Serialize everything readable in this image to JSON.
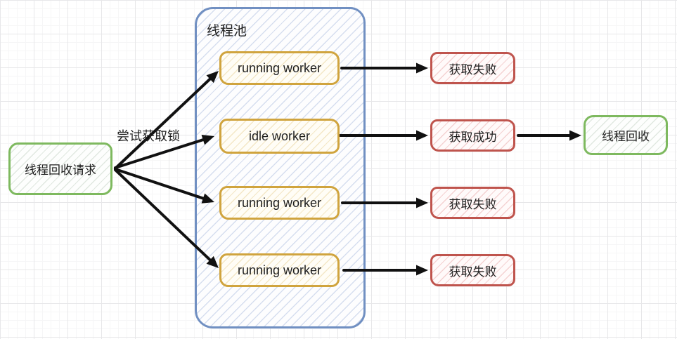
{
  "pool": {
    "label": "线程池"
  },
  "request_box": {
    "label": "线程回收请求"
  },
  "lock_attempt_label": "尝试获取锁",
  "workers": [
    {
      "label": "running worker"
    },
    {
      "label": "idle worker"
    },
    {
      "label": "running worker"
    },
    {
      "label": "running worker"
    }
  ],
  "results": [
    {
      "label": "获取失败"
    },
    {
      "label": "获取成功"
    },
    {
      "label": "获取失败"
    },
    {
      "label": "获取失败"
    }
  ],
  "recycle_box": {
    "label": "线程回收"
  },
  "edges": [
    {
      "from": "request",
      "to": "worker-0",
      "label": "尝试获取锁"
    },
    {
      "from": "request",
      "to": "worker-1",
      "label": "尝试获取锁"
    },
    {
      "from": "request",
      "to": "worker-2",
      "label": "尝试获取锁"
    },
    {
      "from": "request",
      "to": "worker-3",
      "label": "尝试获取锁"
    },
    {
      "from": "worker-0",
      "to": "result-0"
    },
    {
      "from": "worker-1",
      "to": "result-1"
    },
    {
      "from": "worker-2",
      "to": "result-2"
    },
    {
      "from": "worker-3",
      "to": "result-3"
    },
    {
      "from": "result-1",
      "to": "recycle"
    }
  ],
  "colors": {
    "green_border": "#7eb95f",
    "yellow_border": "#d0a43e",
    "blue_border": "#7190c2",
    "red_border": "#bf544d",
    "arrow": "#111111",
    "text": "#1e1e1e",
    "grid_major": "#e7e7e9",
    "grid_minor": "#f6f6f7"
  }
}
